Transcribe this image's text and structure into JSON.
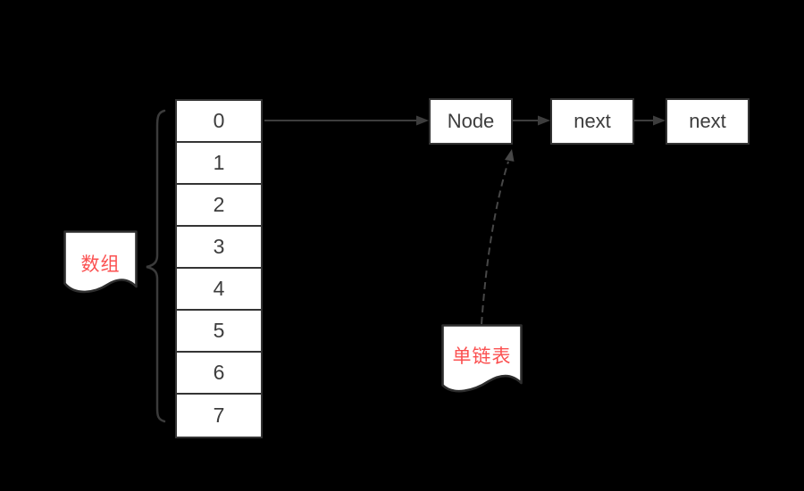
{
  "diagram": {
    "description": "Array of buckets pointing to a singly linked list (hash table internals diagram)",
    "background_color": "#000000",
    "box_fill_color": "#ffffff",
    "box_border_color": "#343434",
    "box_text_color": "#3d3d3d",
    "annotation_text_color": "#fb5050"
  },
  "array": {
    "label": "数组",
    "cells": [
      "0",
      "1",
      "2",
      "3",
      "4",
      "5",
      "6",
      "7"
    ]
  },
  "linked_list": {
    "label": "单链表",
    "nodes": [
      "Node",
      "next",
      "next"
    ]
  }
}
